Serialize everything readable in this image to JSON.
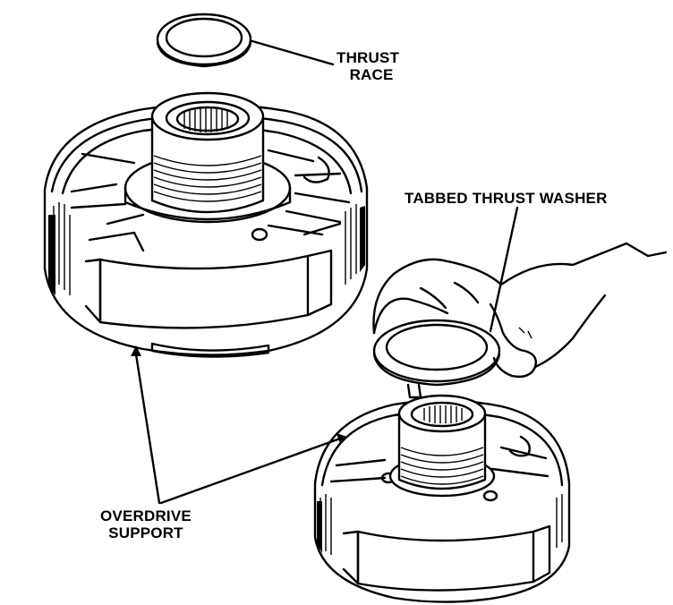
{
  "labels": {
    "thrust_race_line1": "THRUST",
    "thrust_race_line2": "RACE",
    "tabbed_thrust_washer": "TABBED THRUST WASHER",
    "overdrive_line1": "OVERDRIVE",
    "overdrive_line2": "SUPPORT"
  }
}
